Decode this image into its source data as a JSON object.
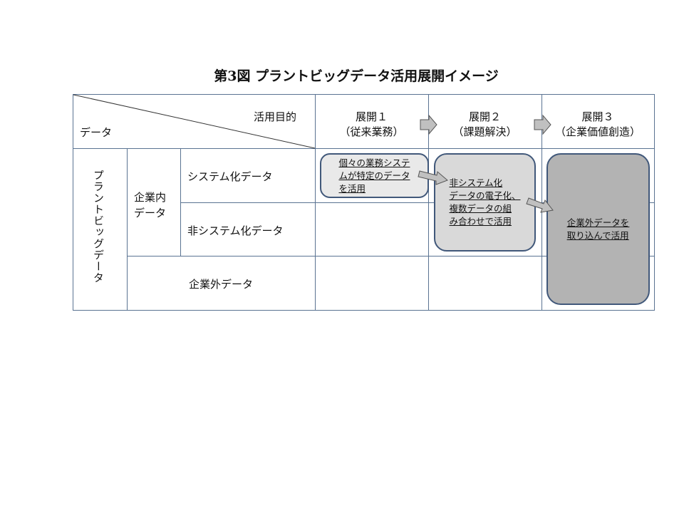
{
  "title": "第3図  プラントビッグデータ活用展開イメージ",
  "header": {
    "corner_purpose": "活用目的",
    "corner_data": "データ",
    "phases": [
      {
        "label": "展開１",
        "sub": "（従来業務）"
      },
      {
        "label": "展開２",
        "sub": "（課題解決）"
      },
      {
        "label": "展開３",
        "sub": "（企業価値創造）"
      }
    ]
  },
  "rows": {
    "plant_big_data": "プラントビッグデータ",
    "internal_line1": "企業内",
    "internal_line2": "データ",
    "system_data": "システム化データ",
    "non_system_data": "非システム化データ",
    "external_data": "企業外データ"
  },
  "boxes": [
    {
      "lines": [
        "個々の業務システ",
        "ムが特定のデータ",
        "を活用"
      ]
    },
    {
      "lines": [
        "非システム化",
        "データの電子化、",
        "複数データの組",
        "み合わせで活用"
      ]
    },
    {
      "lines": [
        "企業外データを",
        "取り込んで活用"
      ]
    }
  ],
  "colors": {
    "grid_line": "#5a7392",
    "box_border": "#41587a",
    "box1_fill": "#e9e9e9",
    "box2_fill": "#d9d9d9",
    "box3_fill": "#b3b3b3",
    "arrow_fill": "#c0c0c0"
  }
}
